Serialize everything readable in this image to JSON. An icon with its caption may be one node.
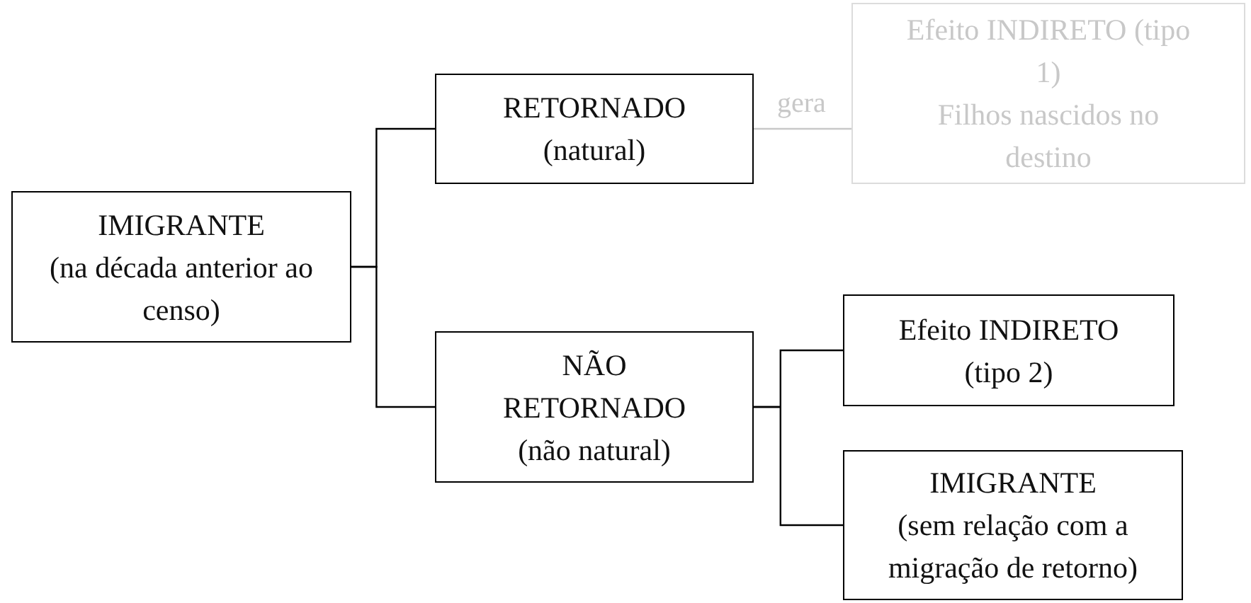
{
  "diagram": {
    "nodes": [
      {
        "text": [
          "IMIGRANTE",
          "(na década anterior ao censo)"
        ]
      },
      {
        "text": [
          "RETORNADO",
          "(natural)"
        ]
      },
      {
        "text": [
          "Efeito INDIRETO (tipo 1)",
          "Filhos nascidos no destino"
        ]
      },
      {
        "text": [
          "NÃO RETORNADO",
          "(não natural)"
        ]
      },
      {
        "text": [
          "Efeito INDIRETO",
          "(tipo 2)"
        ]
      },
      {
        "text": [
          "IMIGRANTE",
          "(sem relação com a migração de retorno)"
        ]
      }
    ],
    "edges": [
      {
        "from": 0,
        "to": 1,
        "arrow": "none"
      },
      {
        "from": 0,
        "to": 3,
        "arrow": "none"
      },
      {
        "from": 1,
        "to": 2,
        "arrow": "none",
        "label": "gera",
        "color": "#c8c8c8"
      },
      {
        "from": 3,
        "to": 4,
        "arrow": "none"
      },
      {
        "from": 3,
        "to": 5,
        "arrow": "none"
      }
    ]
  }
}
